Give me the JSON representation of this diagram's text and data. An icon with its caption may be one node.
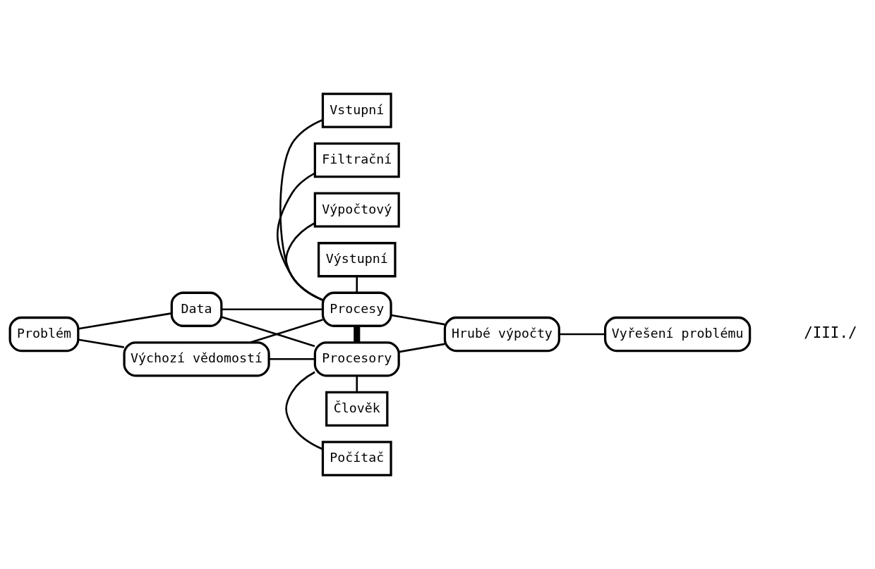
{
  "diagram": {
    "nodes": [
      {
        "text": [
          "Vstupní"
        ]
      },
      {
        "text": [
          "Filtrační"
        ]
      },
      {
        "text": [
          "Výpočtový"
        ]
      },
      {
        "text": [
          "Výstupní"
        ]
      },
      {
        "text": [
          "Data"
        ]
      },
      {
        "text": [
          "Procesy"
        ]
      },
      {
        "text": [
          "Problém"
        ]
      },
      {
        "text": [
          "Hrubé výpočty"
        ]
      },
      {
        "text": [
          "Vyřešení problému"
        ]
      },
      {
        "text": [
          "Výchozí vědomostí"
        ]
      },
      {
        "text": [
          "Procesory"
        ]
      },
      {
        "text": [
          "Počítač"
        ]
      },
      {
        "text": [
          "Člověk"
        ]
      }
    ],
    "edges": [
      {
        "from": 0,
        "to": 5,
        "arrow": "none"
      },
      {
        "from": 1,
        "to": 5,
        "arrow": "none"
      },
      {
        "from": 2,
        "to": 5,
        "arrow": "none"
      },
      {
        "from": 3,
        "to": 5,
        "arrow": "none"
      },
      {
        "from": 6,
        "to": 4,
        "arrow": "none"
      },
      {
        "from": 6,
        "to": 9,
        "arrow": "none"
      },
      {
        "from": 4,
        "to": 5,
        "arrow": "none"
      },
      {
        "from": 4,
        "to": 10,
        "arrow": "none"
      },
      {
        "from": 9,
        "to": 5,
        "arrow": "none"
      },
      {
        "from": 9,
        "to": 10,
        "arrow": "none"
      },
      {
        "from": 5,
        "to": 10,
        "arrow": "none",
        "style": "thick"
      },
      {
        "from": 5,
        "to": 7,
        "arrow": "none"
      },
      {
        "from": 10,
        "to": 7,
        "arrow": "none"
      },
      {
        "from": 7,
        "to": 8,
        "arrow": "none"
      },
      {
        "from": 10,
        "to": 11,
        "arrow": "none"
      },
      {
        "from": 10,
        "to": 12,
        "arrow": "none"
      }
    ],
    "labels": [
      "/III./"
    ]
  }
}
